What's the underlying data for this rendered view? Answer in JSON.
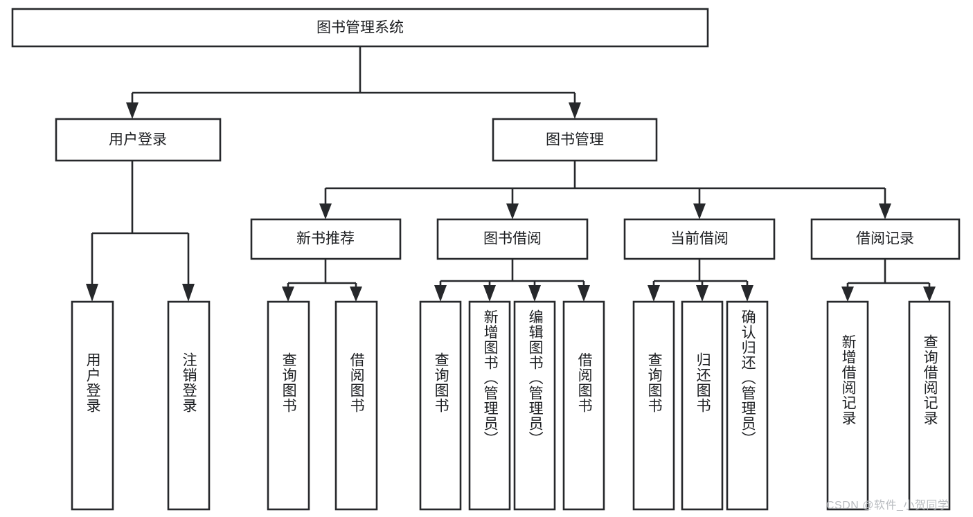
{
  "diagram": {
    "title": "图书管理系统",
    "type": "hierarchy-tree",
    "root": {
      "label": "图书管理系统"
    },
    "level2": [
      {
        "label": "用户登录"
      },
      {
        "label": "图书管理"
      }
    ],
    "level3": [
      {
        "label": "新书推荐"
      },
      {
        "label": "图书借阅"
      },
      {
        "label": "当前借阅"
      },
      {
        "label": "借阅记录"
      }
    ],
    "leaves": {
      "user_login": [
        {
          "label": "用户登录"
        },
        {
          "label": "注销登录"
        }
      ],
      "new_book_recommend": [
        {
          "label": "查询图书"
        },
        {
          "label": "借阅图书"
        }
      ],
      "book_borrow": [
        {
          "label": "查询图书"
        },
        {
          "label": "新增图书（管理员）"
        },
        {
          "label": "编辑图书（管理员）"
        },
        {
          "label": "借阅图书"
        }
      ],
      "current_borrow": [
        {
          "label": "查询图书"
        },
        {
          "label": "归还图书"
        },
        {
          "label": "确认归还（管理员）"
        }
      ],
      "borrow_record": [
        {
          "label": "新增借阅记录"
        },
        {
          "label": "查询借阅记录"
        }
      ]
    }
  },
  "watermark": {
    "text": "CSDN @软件_小贺同学"
  },
  "colors": {
    "stroke": "#26282b",
    "box_fill": "#ffffff",
    "text": "#1d1f22",
    "watermark": "#b9bcc0",
    "background": "#ffffff"
  }
}
